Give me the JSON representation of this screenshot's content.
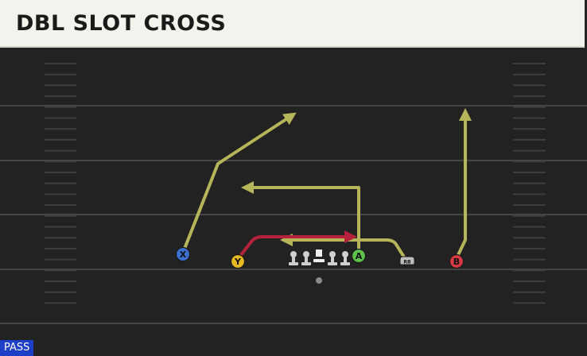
{
  "play": {
    "title": "DBL SLOT CROSS",
    "type_badge": "PASS"
  },
  "colors": {
    "route_default": "#b6b55a",
    "route_primary": "#b3223a",
    "yard_line": "#444444",
    "hash_mark": "#404040",
    "lineman": "#cfcfcf",
    "badge_bg": "#1e40c8"
  },
  "players": [
    {
      "name": "player-x",
      "label": "X",
      "color": "#3b6fd0"
    },
    {
      "name": "player-y",
      "label": "Y",
      "color": "#e6b822"
    },
    {
      "name": "player-a",
      "label": "A",
      "color": "#5cc24a"
    },
    {
      "name": "player-rb",
      "label": "RB",
      "color": "#bdbdbd"
    },
    {
      "name": "player-b",
      "label": "B",
      "color": "#d53a44"
    }
  ],
  "routes": [
    {
      "name": "route-x-post",
      "player": "X",
      "primary": false
    },
    {
      "name": "route-y-drag",
      "player": "Y",
      "primary": true
    },
    {
      "name": "route-a-dig",
      "player": "A",
      "primary": false
    },
    {
      "name": "route-rb-drag",
      "player": "RB",
      "primary": false
    },
    {
      "name": "route-b-go",
      "player": "B",
      "primary": false
    }
  ]
}
